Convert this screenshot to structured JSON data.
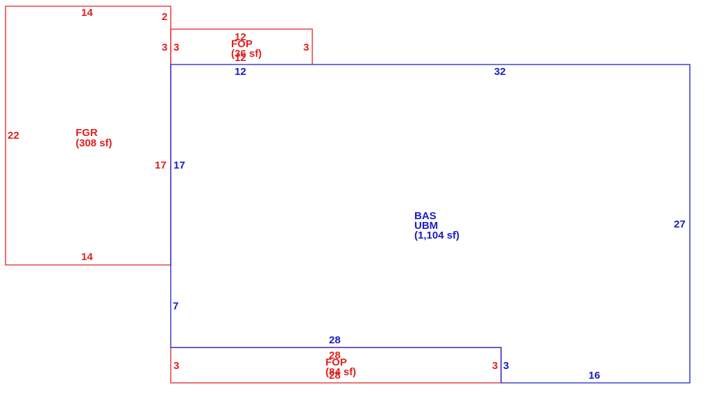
{
  "colors": {
    "outbuilding": "#e0201e",
    "main": "#1a1ac8"
  },
  "areas": {
    "fgr": {
      "code": "FGR",
      "area": "(308 sf)"
    },
    "fop_top": {
      "code": "FOP",
      "area": "(36 sf)"
    },
    "bas": {
      "code": "BAS",
      "code2": "UBM",
      "area": "(1,104 sf)"
    },
    "fop_bottom": {
      "code": "FOP",
      "area": "(84 sf)"
    }
  },
  "dims": {
    "fgr_top": "14",
    "fgr_top_right": "2",
    "fgr_right_upper": "3",
    "fgr_left": "22",
    "fgr_right": "17",
    "fgr_bottom": "14",
    "fop_top_top": "12",
    "fop_top_left": "3",
    "fop_top_right": "3",
    "fop_top_bottom": "12",
    "bas_top_left": "12",
    "bas_top_right": "32",
    "bas_left_upper": "17",
    "bas_right": "27",
    "bas_left_lower": "7",
    "bas_bottom_inner": "28",
    "bas_step": "3",
    "bas_bottom_right": "16",
    "fop_bottom_top": "28",
    "fop_bottom_left": "3",
    "fop_bottom_right": "3",
    "fop_bottom_bottom": "28"
  }
}
